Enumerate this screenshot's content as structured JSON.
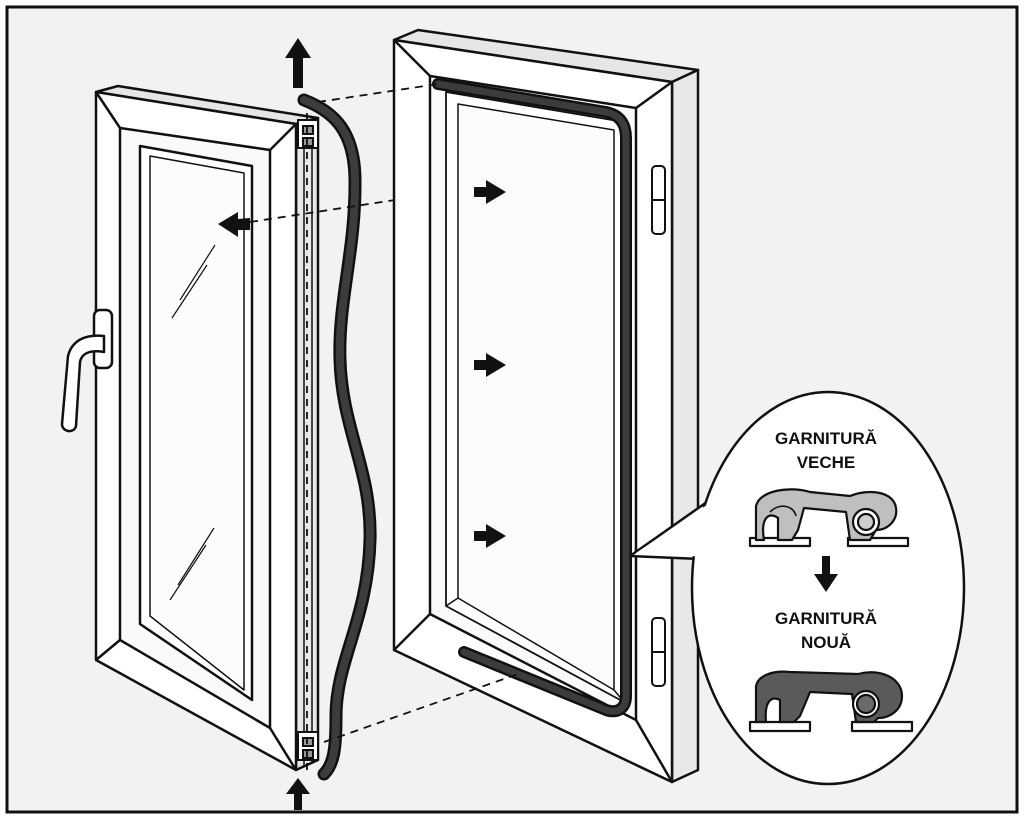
{
  "callout": {
    "old_label": [
      "GARNITURĂ",
      "VECHE"
    ],
    "new_label": [
      "GARNITURĂ",
      "NOUĂ"
    ]
  },
  "colors": {
    "background": "#f2f2f2",
    "frame_fill": "#ffffff",
    "outline": "#111111",
    "gasket": "#3c3c3c",
    "old_gasket": "#b9b9b9",
    "new_gasket": "#555555"
  },
  "icons": [
    "arrow-up-icon",
    "arrow-left-icon",
    "arrow-right-icon",
    "arrow-down-icon",
    "window-handle-icon",
    "hinge-icon"
  ]
}
